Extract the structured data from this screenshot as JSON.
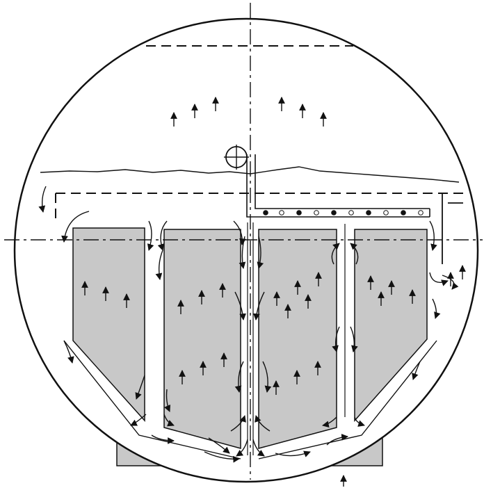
{
  "diagram": {
    "colors": {
      "background": "#ffffff",
      "ink": "#111111",
      "bundle_fill": "#c8c8c8",
      "support_fill": "#c8c8c8"
    },
    "bundles": [
      {
        "name": "bundle-left"
      },
      {
        "name": "bundle-center-left"
      },
      {
        "name": "bundle-center-right"
      },
      {
        "name": "bundle-right"
      }
    ],
    "icons": [
      "arrow-up-icon",
      "flow-arrow-icon",
      "crosshair-icon",
      "nozzle-icon"
    ]
  }
}
